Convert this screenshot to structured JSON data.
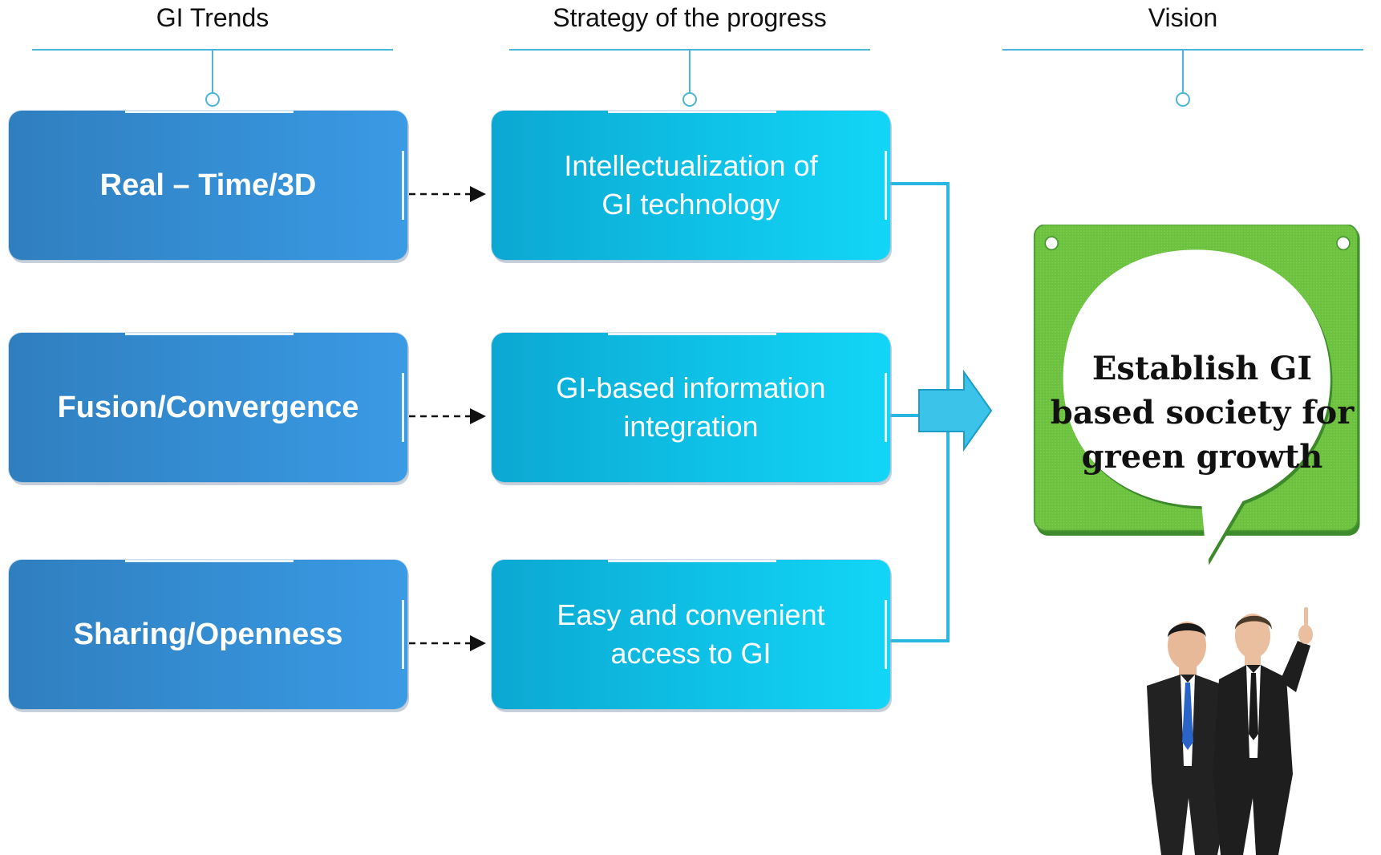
{
  "headers": {
    "trends": "GI Trends",
    "strategy": "Strategy of the progress",
    "vision": "Vision"
  },
  "trends": [
    {
      "label": "Real – Time/3D"
    },
    {
      "label": "Fusion/Convergence"
    },
    {
      "label": "Sharing/Openness"
    }
  ],
  "strategies": [
    {
      "line1": "Intellectualization of",
      "line2": "GI technology"
    },
    {
      "line1": "GI-based information",
      "line2": "integration"
    },
    {
      "line1": "Easy and convenient",
      "line2": "access to GI"
    }
  ],
  "vision": {
    "line1": "Establish GI",
    "line2": "based society for",
    "line3": "green growth"
  },
  "colors": {
    "trend_box": "#2f7fbf",
    "strategy_box": "#0ba8d2",
    "connector": "#29b6e0",
    "vision_green": "#6cc13f",
    "vision_dark_green": "#3d8a2a"
  },
  "icons": {
    "people": "businessmen-pointing-icon",
    "arrow": "right-arrow-icon"
  }
}
